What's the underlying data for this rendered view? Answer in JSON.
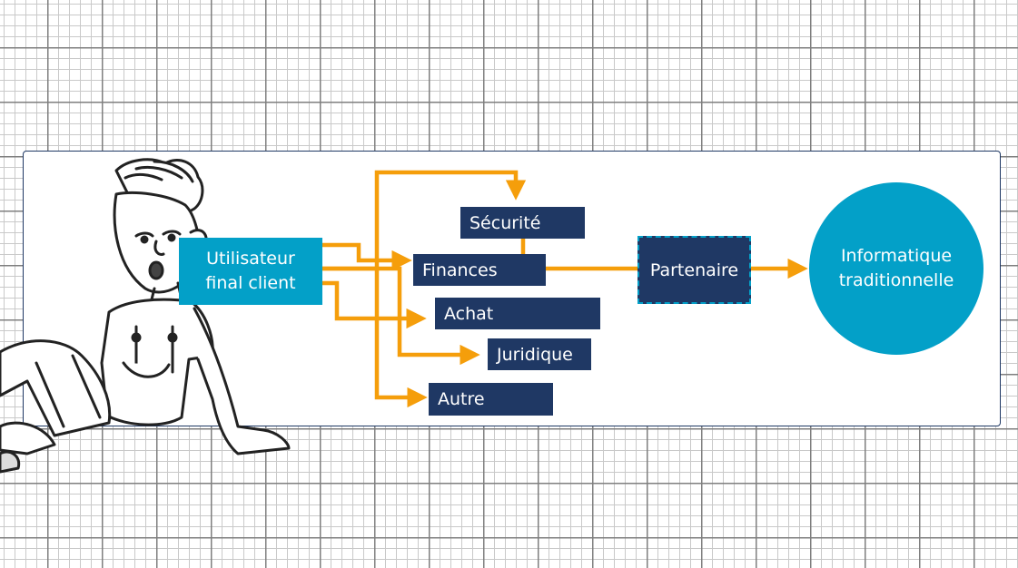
{
  "nodes": {
    "user": [
      "Utilisateur",
      "final client"
    ],
    "securite": "Sécurité",
    "finances": "Finances",
    "achat": "Achat",
    "juridique": "Juridique",
    "autre": "Autre",
    "partenaire": "Partenaire",
    "it": [
      "Informatique",
      "traditionnelle"
    ]
  },
  "colors": {
    "arrow": "#f59e0b",
    "dark_box": "#1f3864",
    "accent": "#03a0c8",
    "grid_major": "#7f7f7f",
    "grid_minor": "#c9c9c9"
  },
  "illustration": "cartoon-person-sitting"
}
